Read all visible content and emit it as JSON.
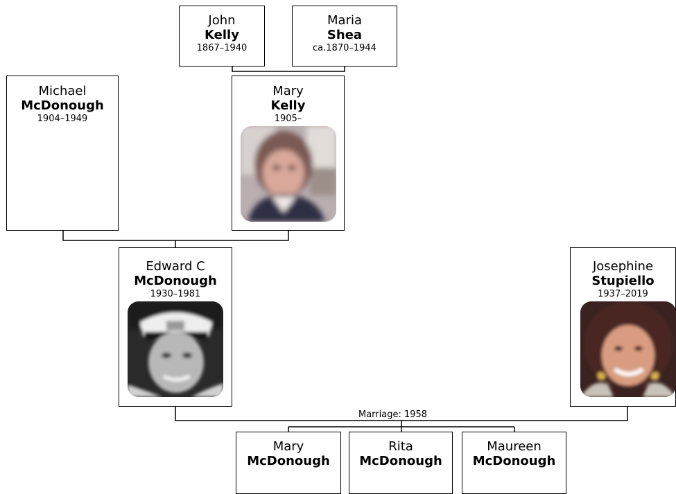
{
  "people": {
    "john": {
      "given": "John",
      "surname": "Kelly",
      "dates": "1867–1940"
    },
    "maria": {
      "given": "Maria",
      "surname": "Shea",
      "dates": "ca.1870–1944"
    },
    "michael": {
      "given": "Michael",
      "surname": "McDonough",
      "dates": "1904–1949"
    },
    "mary": {
      "given": "Mary",
      "surname": "Kelly",
      "dates": "1905–"
    },
    "edward": {
      "given": "Edward C",
      "surname": "McDonough",
      "dates": "1930–1981"
    },
    "josephine": {
      "given": "Josephine",
      "surname": "Stupiello",
      "dates": "1937–2019"
    }
  },
  "children": [
    {
      "given": "Mary",
      "surname": "McDonough"
    },
    {
      "given": "Rita",
      "surname": "McDonough"
    },
    {
      "given": "Maureen",
      "surname": "McDonough"
    }
  ],
  "marriage_label": "Marriage: 1958"
}
